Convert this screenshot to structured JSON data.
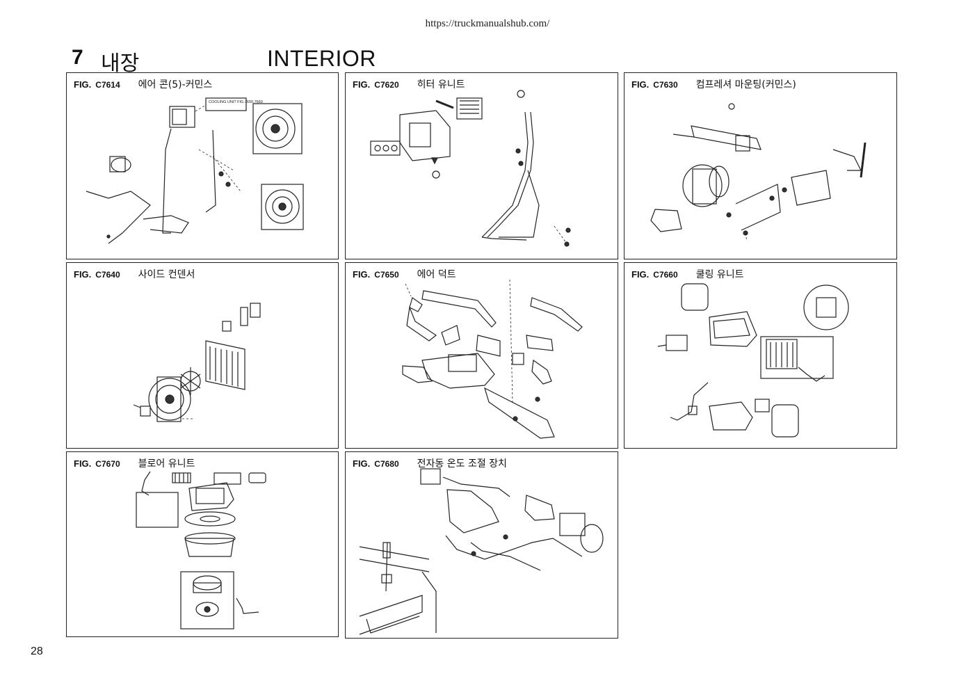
{
  "header": {
    "url": "https://truckmanualshub.com/",
    "section_number": "7",
    "section_title_ko": "내장",
    "section_title_en": "INTERIOR"
  },
  "figures": [
    {
      "fig": "FIG.",
      "code": "C7614",
      "title": "에어 콘(5)-커민스",
      "callout": "COOLING UNIT FIG.7600,7660"
    },
    {
      "fig": "FIG.",
      "code": "C7620",
      "title": "히터 유니트"
    },
    {
      "fig": "FIG.",
      "code": "C7630",
      "title": "컴프레셔 마운팅(커민스)"
    },
    {
      "fig": "FIG.",
      "code": "C7640",
      "title": "사이드 컨덴서"
    },
    {
      "fig": "FIG.",
      "code": "C7650",
      "title": "에어 덕트"
    },
    {
      "fig": "FIG.",
      "code": "C7660",
      "title": "쿨링 유니트"
    },
    {
      "fig": "FIG.",
      "code": "C7670",
      "title": "블로어 유니트"
    },
    {
      "fig": "FIG.",
      "code": "C7680",
      "title": "전자동 온도 조절 장치"
    }
  ],
  "page_number": "28"
}
